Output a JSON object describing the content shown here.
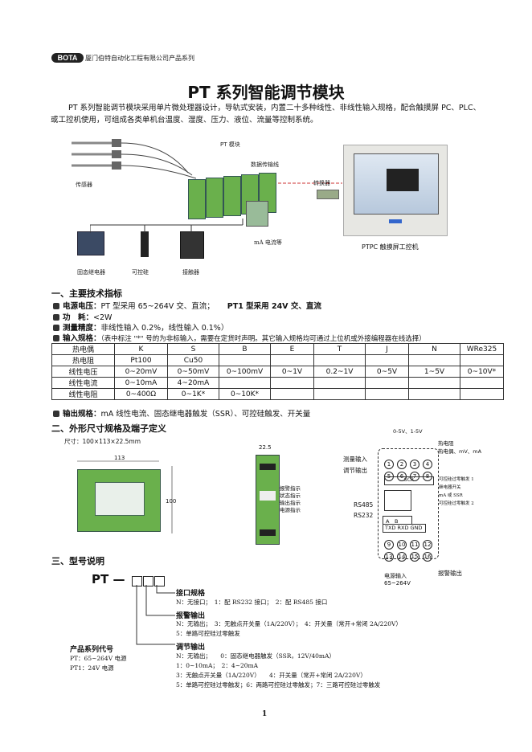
{
  "header": {
    "logo": "BOTA",
    "company": "厦门伯特自动化工程有限公司产品系列"
  },
  "title": "PT 系列智能调节模块",
  "intro": "PT 系列智能调节模块采用单片微处理器设计，导轨式安装，内置二十多种线性、非线性输入规格，配合触摸屏 PC、PLC、或工控机使用，可组成各类单机台温度、湿度、压力、液位、流量等控制系统。",
  "diagram": {
    "module_label": "PT 模块",
    "data_line": "数据传输线",
    "sensor": "传感器",
    "converter": "转换器",
    "ssr": "固态继电器",
    "scr": "可控硅",
    "contactor": "接触器",
    "current_meter": "mA 电流等",
    "touch_pc": "PTPC 触摸屏工控机"
  },
  "section1": {
    "heading": "一、主要技术指标",
    "power_label": "电源电压：",
    "power_text": "PT 型采用 65~264V 交、直流；",
    "power_text2": "PT1 型采用 24V 交、直流",
    "consumption_label": "功　耗：",
    "consumption_text": "<2W",
    "accuracy_label": "测量精度：",
    "accuracy_text": "非线性输入 0.2%，线性输入 0.1%）",
    "input_label": "输入规格：",
    "input_text": "（表中标注 \"*\" 号的为非标输入，需要在定货时声明。其它输入规格均可通过上位机或外接编程器在线选择）",
    "table": [
      [
        "热电偶",
        "K",
        "S",
        "B",
        "E",
        "T",
        "J",
        "N",
        "WRe325"
      ],
      [
        "热电阻",
        "Pt100",
        "Cu50",
        "",
        "",
        "",
        "",
        "",
        ""
      ],
      [
        "线性电压",
        "0~20mV",
        "0~50mV",
        "0~100mV",
        "0~1V",
        "0.2~1V",
        "0~5V",
        "1~5V",
        "0~10V*"
      ],
      [
        "线性电流",
        "0~10mA",
        "4~20mA",
        "",
        "",
        "",
        "",
        "",
        ""
      ],
      [
        "线性电阻",
        "0~400Ω",
        "0~1K*",
        "0~10K*",
        "",
        "",
        "",
        "",
        ""
      ]
    ],
    "output_label": "输出规格：",
    "output_text": "mA 线性电流、固态继电器触发（SSR）、可控硅触发、开关量"
  },
  "section2": {
    "heading": "二、外形尺寸规格及端子定义",
    "size": "尺寸：100×113×22.5mm",
    "dim_113": "113",
    "dim_100": "100",
    "dim_225": "22.5",
    "indicators": [
      "报警指示",
      "状态指示",
      "输出指示",
      "电源指示"
    ],
    "terminal": {
      "top_label": "0-5V、1-5V",
      "thermo": "热电阻",
      "thermo2": "热电偶、mV、mA",
      "meas_in": "测量输入",
      "reg_out": "调节输出",
      "rs485": "RS485",
      "rs232": "RS232",
      "scr": "SCR",
      "ab": "A　B",
      "txd": "TXD RXD GND",
      "notes": [
        "可控硅过零触发 1",
        "继电器开关",
        "mA 或 SSR",
        "可控硅过零触发 2"
      ],
      "power_in": "电源输入",
      "power_v": "65~264V",
      "alarm_out": "报警输出",
      "row1": [
        "1",
        "2",
        "3",
        "4"
      ],
      "row2": [
        "5",
        "6",
        "7",
        "8"
      ],
      "row3": [
        "9",
        "10",
        "11",
        "12"
      ],
      "row4": [
        "13",
        "14",
        "15",
        "16"
      ]
    }
  },
  "section3": {
    "heading": "三、型号说明",
    "prefix": "PT —",
    "interface_title": "接口规格",
    "interface_text": "N：无接口；　1：配 RS232 接口；　2：配 RS485 接口",
    "alarm_title": "报警输出",
    "alarm_text1": "N：无输出；　3：无触点开关量（1A/220V）；　4：开关量（常开+常闭 2A/220V）",
    "alarm_text2": "5：单路可控硅过零触发",
    "series_title": "产品系列代号",
    "series_text1": "PT：65~264V 电源",
    "series_text2": "PT1：24V 电源",
    "reg_title": "调节输出",
    "reg_text1": "N：无输出；　　0：固态继电器触发（SSR，12V/40mA）",
    "reg_text2": "1：0~10mA；　2：4~20mA",
    "reg_text3": "3：无触点开关量（1A/220V）　　4：开关量（常开+常闭 2A/220V）",
    "reg_text4": "5：单路可控硅过零触发；6：两路可控硅过零触发；7：三路可控硅过零触发"
  },
  "page_number": "1"
}
